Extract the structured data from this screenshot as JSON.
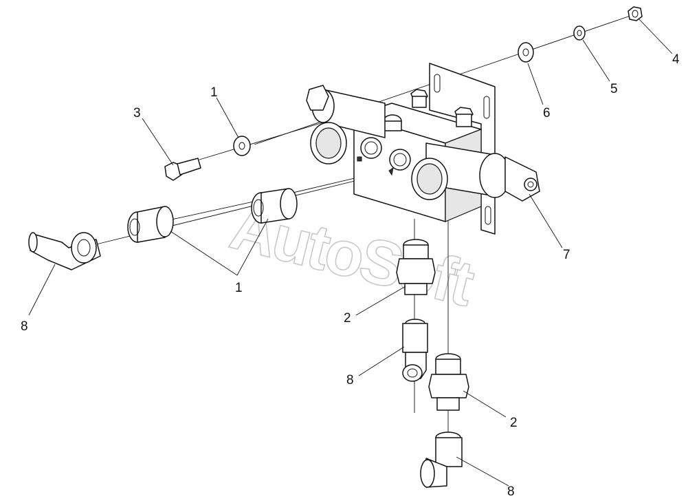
{
  "watermark": "AutoSoft",
  "callouts": [
    {
      "id": "c1a",
      "label": "1"
    },
    {
      "id": "c3",
      "label": "3"
    },
    {
      "id": "c4",
      "label": "4"
    },
    {
      "id": "c5",
      "label": "5"
    },
    {
      "id": "c6",
      "label": "6"
    },
    {
      "id": "c7",
      "label": "7"
    },
    {
      "id": "c1b",
      "label": "1"
    },
    {
      "id": "c8a",
      "label": "8"
    },
    {
      "id": "c2a",
      "label": "2"
    },
    {
      "id": "c8b",
      "label": "8"
    },
    {
      "id": "c2b",
      "label": "2"
    },
    {
      "id": "c8c",
      "label": "8"
    }
  ]
}
